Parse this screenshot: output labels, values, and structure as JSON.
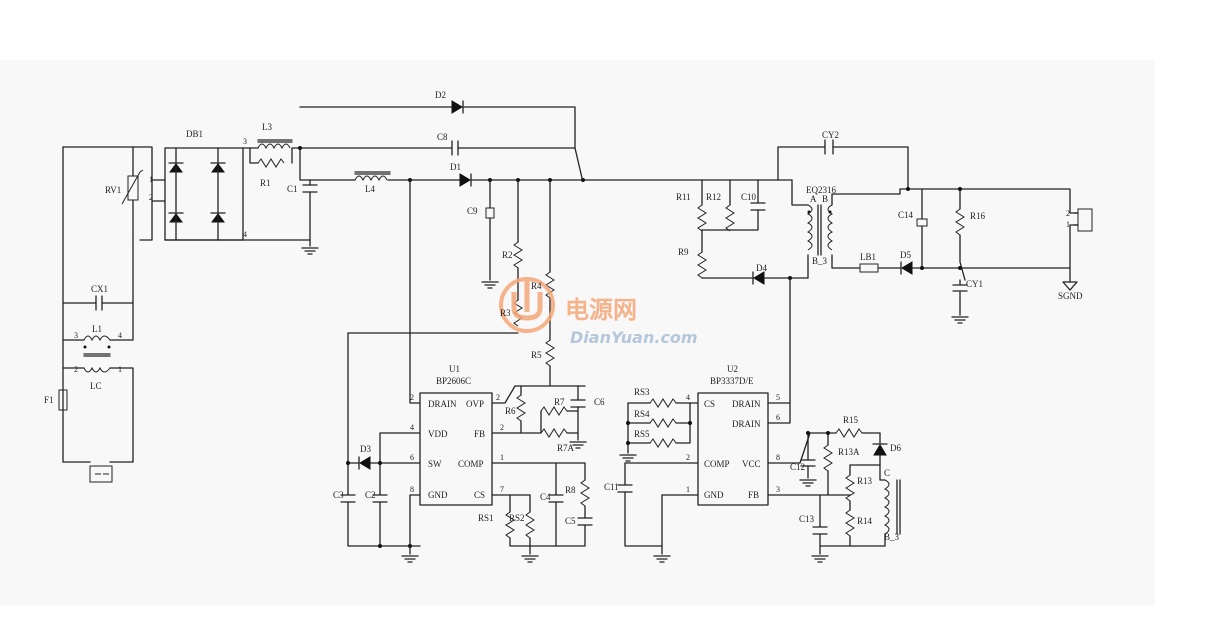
{
  "schematic": {
    "labels": {
      "DB1": "DB1",
      "L3": "L3",
      "R1": "R1",
      "C1": "C1",
      "L4": "L4",
      "D2": "D2",
      "C8": "C8",
      "D1": "D1",
      "C9": "C9",
      "R2": "R2",
      "R3": "R3",
      "R4": "R4",
      "R5": "R5",
      "RV1": "RV1",
      "CX1": "CX1",
      "L1": "L1",
      "LC": "LC",
      "F1": "F1",
      "R11": "R11",
      "R12": "R12",
      "C10": "C10",
      "R9": "R9",
      "D4": "D4",
      "EQ2316": "EQ2316",
      "A": "A",
      "B": "B",
      "B_3_top": "B_3",
      "CY2": "CY2",
      "C14": "C14",
      "R16": "R16",
      "LB1": "LB1",
      "D5": "D5",
      "CY1": "CY1",
      "SGND": "SGND",
      "D3": "D3",
      "C3": "C3",
      "C2": "C2",
      "R6": "R6",
      "R7": "R7",
      "C6": "C6",
      "R7A": "R7A",
      "C4": "C4",
      "R8": "R8",
      "C5": "C5",
      "RS1": "RS1",
      "RS2": "RS2",
      "RS3": "RS3",
      "RS4": "RS4",
      "RS5": "RS5",
      "C11": "C11",
      "C12": "C12",
      "R15": "R15",
      "R13A": "R13A",
      "D6": "D6",
      "R13": "R13",
      "R14": "R14",
      "C13": "C13",
      "C_bot": "C",
      "B_3_bot": "B_3"
    },
    "pins": {
      "db_3": "3",
      "db_4": "4",
      "rv_1": "1",
      "rv_2": "2",
      "l1_3": "3",
      "l1_4": "4",
      "l1_2": "2",
      "l1_1": "1",
      "conn_2": "2",
      "conn_1": "1",
      "u1_2": "2",
      "u1_4": "4",
      "u1_6": "6",
      "u1_8": "8",
      "u1_ovp": "2",
      "u1_fb": "2",
      "u1_comp": "1",
      "u1_cs": "7",
      "u2_4": "4",
      "u2_2": "2",
      "u2_1": "1",
      "u2_5": "5",
      "u2_6": "6",
      "u2_8": "8",
      "u2_3": "3"
    },
    "u1": {
      "ref": "U1",
      "part": "BP2606C",
      "left_pins": [
        "DRAIN",
        "VDD",
        "SW",
        "GND"
      ],
      "right_pins": [
        "OVP",
        "FB",
        "COMP",
        "CS"
      ]
    },
    "u2": {
      "ref": "U2",
      "part": "BP3337D/E",
      "left_pins": [
        "CS",
        "COMP",
        "GND"
      ],
      "right_pins": [
        "DRAIN",
        "DRAIN",
        "VCC",
        "FB"
      ]
    },
    "watermark": {
      "cn": "电源网",
      "en": "DianYuan.com"
    },
    "colors": {
      "wire": "#222222",
      "watermark_orange": "#f08a4b",
      "watermark_blue": "#7a9cc0",
      "panel": "#f8f8f8"
    }
  }
}
